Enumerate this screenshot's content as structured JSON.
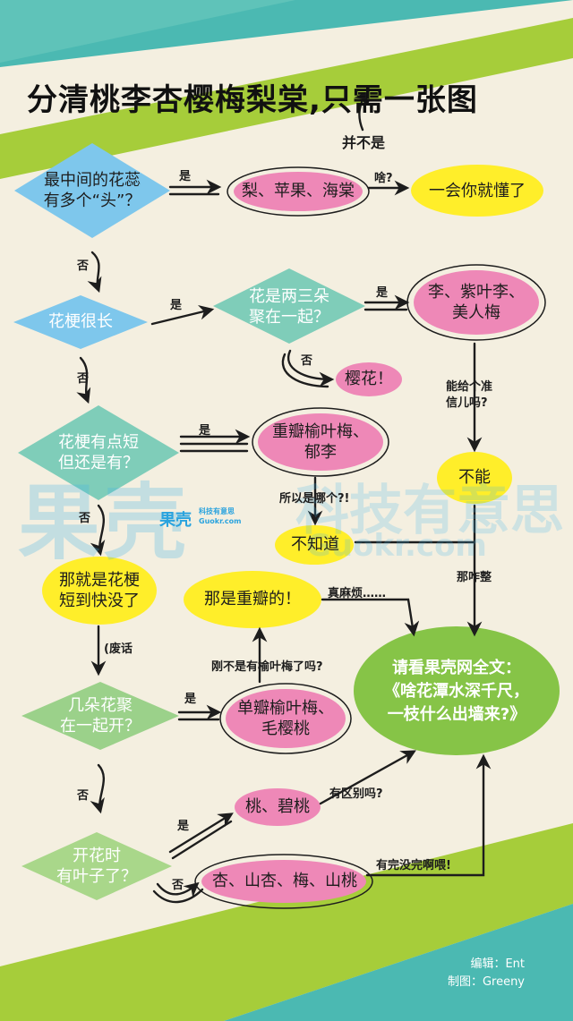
{
  "title": "分清桃李杏樱梅梨棠,只需一张图",
  "title_note": "并不是",
  "nodes": {
    "q_center": "最中间的花蕊\n有多个“头”？",
    "r_pear": "梨、苹果、海棠",
    "r_later": "一会你就懂了",
    "q_stem_long": "花梗很长",
    "q_cluster": "花是两三朵\n聚在一起？",
    "r_plum": "李、紫叶李、\n美人梅",
    "r_cherry": "樱花！",
    "q_stem_short": "花梗有点短\n但还是有？",
    "r_double_mei": "重瓣榆叶梅、\n郁李",
    "r_cannot": "不能",
    "r_unknown": "不知道",
    "q_almost_none": "那就是花梗\n短到快没了",
    "r_double_petal": "那是重瓣的！",
    "q_together": "几朵花聚\n在一起开？",
    "r_single_mei": "单瓣榆叶梅、\n毛樱桃",
    "r_read_more": "请看果壳网全文：\n《啥花潭水深千尺，\n一枝什么出墙来?》",
    "q_leaves": "开花时\n有叶子了？",
    "r_peach": "桃、碧桃",
    "r_apricot": "杏、山杏、梅、山桃"
  },
  "labels": {
    "yes_1": "是",
    "huh": "啥?",
    "no_1": "否",
    "yes_2": "是",
    "yes_3": "是",
    "no_cherry": "否",
    "precise": "能给个准\n信儿吗?",
    "no_2": "否",
    "yes_4": "是",
    "which": "所以是哪个?!",
    "no_3": "否",
    "what_now": "那咋整",
    "annoying": "真麻烦……",
    "nonsense": "(废话",
    "just_said": "刚不是有榆叶梅了吗?",
    "yes_5": "是",
    "no_4": "否",
    "yes_6": "是",
    "difference": "有区别吗?",
    "no_5": "否",
    "endless": "有完没完啊喂!"
  },
  "watermark": {
    "logo": "果壳",
    "slogan": "科技有意思",
    "small_logo": "果壳",
    "small_slogan": "科技有意思",
    "small_url": "Guokr.com",
    "url": "Guokr.com"
  },
  "credits": {
    "editor": "编辑：Ent",
    "illustrator": "制图：Greeny"
  },
  "colors": {
    "blue_diamond": "#7ec7ec",
    "teal_diamond": "#7fcdb9",
    "green_diamond": "#9bd18a",
    "lightgreen_diamond": "#a9d78a",
    "pink": "#ee88b7",
    "yellow": "#ffee2a",
    "green_box": "#86c447",
    "teal_band": "#4bb9b2",
    "lime_band": "#a6cd3a"
  }
}
